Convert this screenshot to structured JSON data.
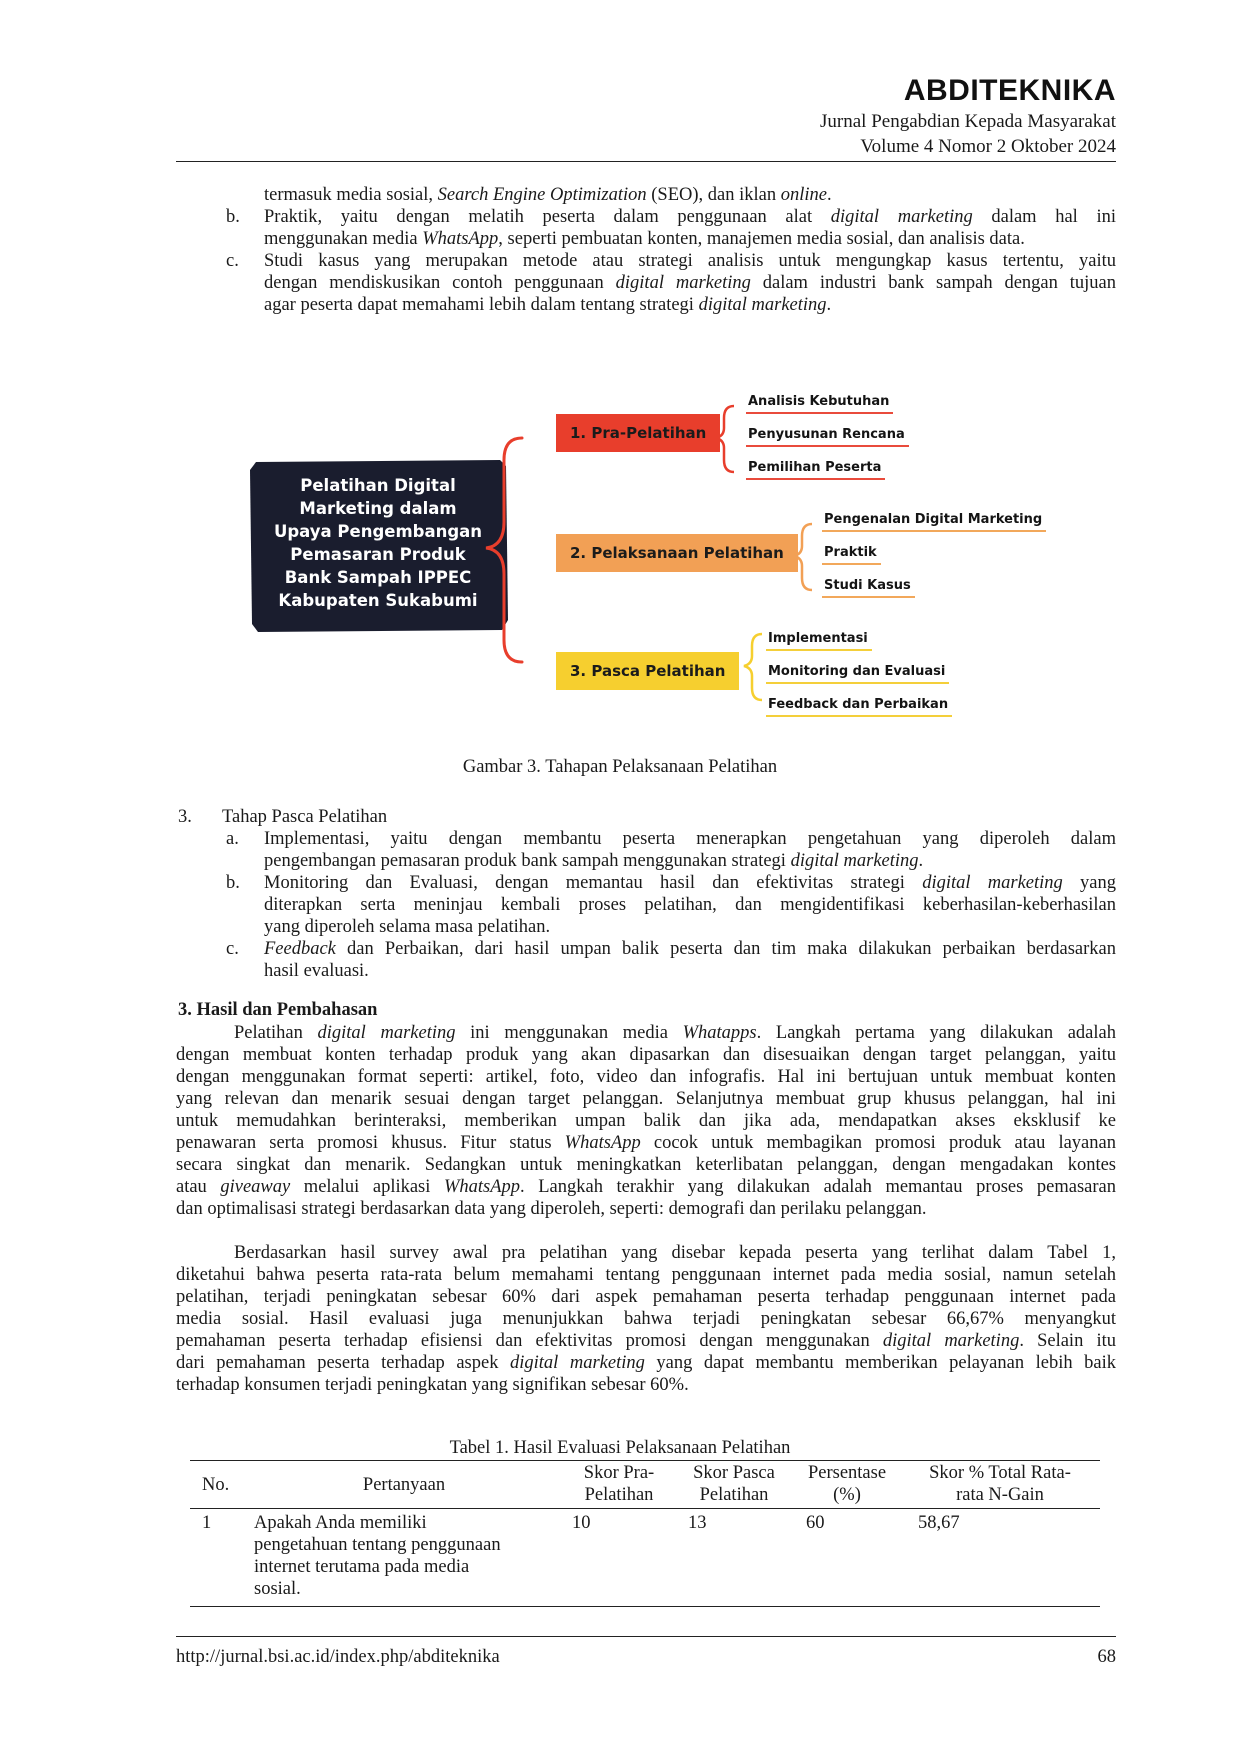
{
  "header": {
    "brand": "ABDITEKNIKA",
    "subtitle": "Jurnal Pengabdian Kepada Masyarakat",
    "issue": "Volume 4 Nomor 2 Oktober 2024"
  },
  "intro": {
    "line1": [
      "termasuk media sosial, ",
      "Search Engine Optimization",
      " (SEO), dan iklan ",
      "online",
      "."
    ],
    "b_marker": "b.",
    "b_line1": [
      "Praktik, yaitu dengan melatih peserta dalam penggunaan alat ",
      "digital marketing",
      " dalam hal ini"
    ],
    "b_line2": [
      "menggunakan media ",
      "WhatsApp",
      ", seperti pembuatan konten, manajemen media sosial, dan analisis data."
    ],
    "c_marker": "c.",
    "c_line1": "Studi kasus yang merupakan metode atau strategi analisis untuk mengungkap kasus tertentu, yaitu",
    "c_line2": [
      "dengan mendiskusikan contoh penggunaan ",
      "digital marketing",
      " dalam industri bank sampah dengan tujuan"
    ],
    "c_line3": [
      "agar peserta dapat memahami lebih dalam tentang strategi ",
      "digital marketing",
      "."
    ]
  },
  "diagram": {
    "center_lines": [
      "Pelatihan Digital",
      "Marketing dalam",
      "Upaya Pengembangan",
      "Pemasaran Produk",
      "Bank Sampah IPPEC",
      "Kabupaten Sukabumi"
    ],
    "stages": [
      {
        "label": "1. Pra-Pelatihan",
        "color": "#e83e2c",
        "items": [
          "Analisis Kebutuhan",
          "Penyusunan Rencana",
          "Pemilihan Peserta"
        ]
      },
      {
        "label": "2. Pelaksanaan Pelatihan",
        "color": "#f2a055",
        "items": [
          "Pengenalan Digital Marketing",
          "Praktik",
          "Studi Kasus"
        ]
      },
      {
        "label": "3. Pasca Pelatihan",
        "color": "#f6cf2f",
        "items": [
          "Implementasi",
          "Monitoring dan Evaluasi",
          "Feedback dan Perbaikan"
        ]
      }
    ],
    "box_color": "#1a1d2e",
    "caption": "Gambar 3. Tahapan Pelaksanaan Pelatihan"
  },
  "pasca": {
    "number": "3.",
    "title": "Tahap Pasca Pelatihan",
    "a_marker": "a.",
    "a_line1": "Implementasi, yaitu dengan membantu peserta menerapkan pengetahuan yang diperoleh dalam",
    "a_line2": [
      "pengembangan pemasaran produk bank sampah menggunakan strategi ",
      "digital marketing",
      "."
    ],
    "b_marker": "b.",
    "b_line1": [
      "Monitoring dan Evaluasi, dengan memantau hasil dan efektivitas strategi ",
      "digital marketing",
      " yang"
    ],
    "b_line2": "diterapkan serta meninjau kembali proses pelatihan, dan mengidentifikasi keberhasilan-keberhasilan",
    "b_line3": "yang diperoleh selama masa pelatihan.",
    "c_marker": "c.",
    "c_line1": [
      "Feedback",
      " dan Perbaikan, dari hasil umpan balik peserta dan tim maka dilakukan perbaikan berdasarkan"
    ],
    "c_line2": "hasil evaluasi."
  },
  "results": {
    "heading": "3. Hasil dan Pembahasan",
    "p1": [
      [
        "Pelatihan ",
        "digital marketing",
        " ini menggunakan media ",
        "Whatapps",
        ". Langkah pertama yang dilakukan adalah"
      ],
      [
        "dengan membuat konten terhadap produk yang akan dipasarkan dan disesuaikan dengan target pelanggan, yaitu"
      ],
      [
        "dengan menggunakan format seperti: artikel, foto, video dan infografis. Hal ini bertujuan untuk membuat konten"
      ],
      [
        "yang relevan dan menarik sesuai dengan target pelanggan. Selanjutnya membuat grup khusus pelanggan, hal ini"
      ],
      [
        "untuk memudahkan berinteraksi, memberikan umpan balik dan jika ada, mendapatkan akses eksklusif ke"
      ],
      [
        "penawaran serta promosi khusus. Fitur status ",
        "WhatsApp",
        " cocok untuk membagikan promosi produk atau layanan"
      ],
      [
        "secara singkat dan menarik. Sedangkan untuk meningkatkan keterlibatan pelanggan, dengan mengadakan kontes"
      ],
      [
        "atau ",
        "giveaway",
        " melalui aplikasi ",
        "WhatsApp",
        ". Langkah terakhir yang dilakukan adalah memantau proses pemasaran"
      ],
      [
        "dan optimalisasi strategi berdasarkan data yang diperoleh, seperti: demografi dan perilaku pelanggan."
      ]
    ],
    "p2": [
      [
        "Berdasarkan hasil survey awal pra pelatihan yang disebar kepada peserta yang terlihat dalam Tabel 1,"
      ],
      [
        "diketahui bahwa peserta rata-rata belum memahami tentang penggunaan internet pada media sosial, namun setelah"
      ],
      [
        "pelatihan, terjadi peningkatan sebesar 60% dari aspek pemahaman peserta terhadap penggunaan internet pada"
      ],
      [
        "media sosial. Hasil evaluasi juga menunjukkan bahwa terjadi peningkatan sebesar 66,67% menyangkut"
      ],
      [
        "pemahaman peserta terhadap efisiensi dan efektivitas promosi dengan menggunakan ",
        "digital marketing",
        ". Selain itu"
      ],
      [
        "dari pemahaman peserta terhadap aspek ",
        "digital marketing",
        " yang dapat membantu memberikan pelayanan lebih baik"
      ],
      [
        "terhadap konsumen terjadi peningkatan yang signifikan sebesar 60%."
      ]
    ]
  },
  "table": {
    "caption": "Tabel 1. Hasil Evaluasi Pelaksanaan Pelatihan",
    "headers": {
      "no": "No.",
      "question": "Pertanyaan",
      "pre": [
        "Skor Pra-",
        "Pelatihan"
      ],
      "post": [
        "Skor Pasca",
        "Pelatihan"
      ],
      "pct": [
        "Persentase",
        "(%)"
      ],
      "ngain": [
        "Skor % Total Rata-",
        "rata N-Gain"
      ]
    },
    "rows": [
      {
        "no": "1",
        "question": [
          "Apakah Anda memiliki",
          "pengetahuan tentang penggunaan",
          "internet terutama pada media",
          "sosial."
        ],
        "pre": "10",
        "post": "13",
        "pct": "60",
        "ngain": "58,67"
      }
    ]
  },
  "footer": {
    "url": "http://jurnal.bsi.ac.id/index.php/abditeknika",
    "page": "68"
  }
}
